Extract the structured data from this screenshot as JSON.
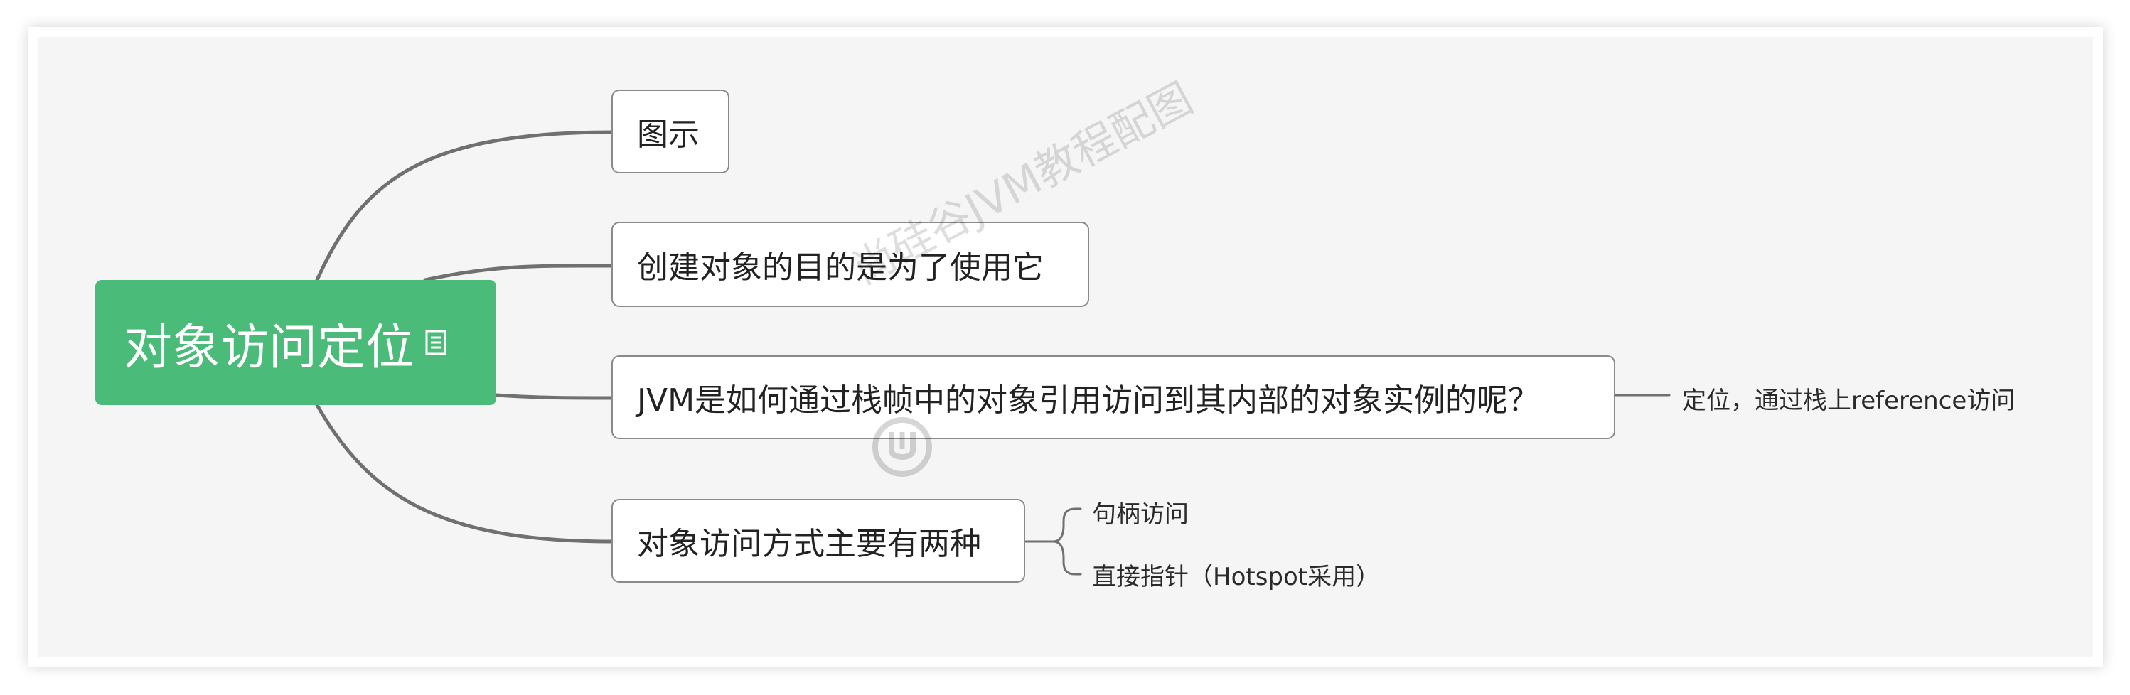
{
  "mindmap": {
    "root": {
      "title": "对象访问定位",
      "icon": "note-icon",
      "color": "#4abb79"
    },
    "branches": [
      {
        "label": "图示"
      },
      {
        "label": "创建对象的目的是为了使用它"
      },
      {
        "label": "JVM是如何通过栈帧中的对象引用访问到其内部的对象实例的呢？"
      },
      {
        "label": "对象访问方式主要有两种"
      }
    ],
    "sub_branches": {
      "jvm_access": [
        {
          "label": "定位，通过栈上reference访问"
        }
      ],
      "access_methods": [
        {
          "label": "句柄访问"
        },
        {
          "label": "直接指针（Hotspot采用）"
        }
      ]
    }
  },
  "watermark": {
    "text": "尚硅谷JVM教程配图",
    "icon": "atguigu-logo-icon"
  },
  "colors": {
    "canvas": "#f5f5f5",
    "connector": "#707070",
    "node_border": "#8a8a8a"
  }
}
